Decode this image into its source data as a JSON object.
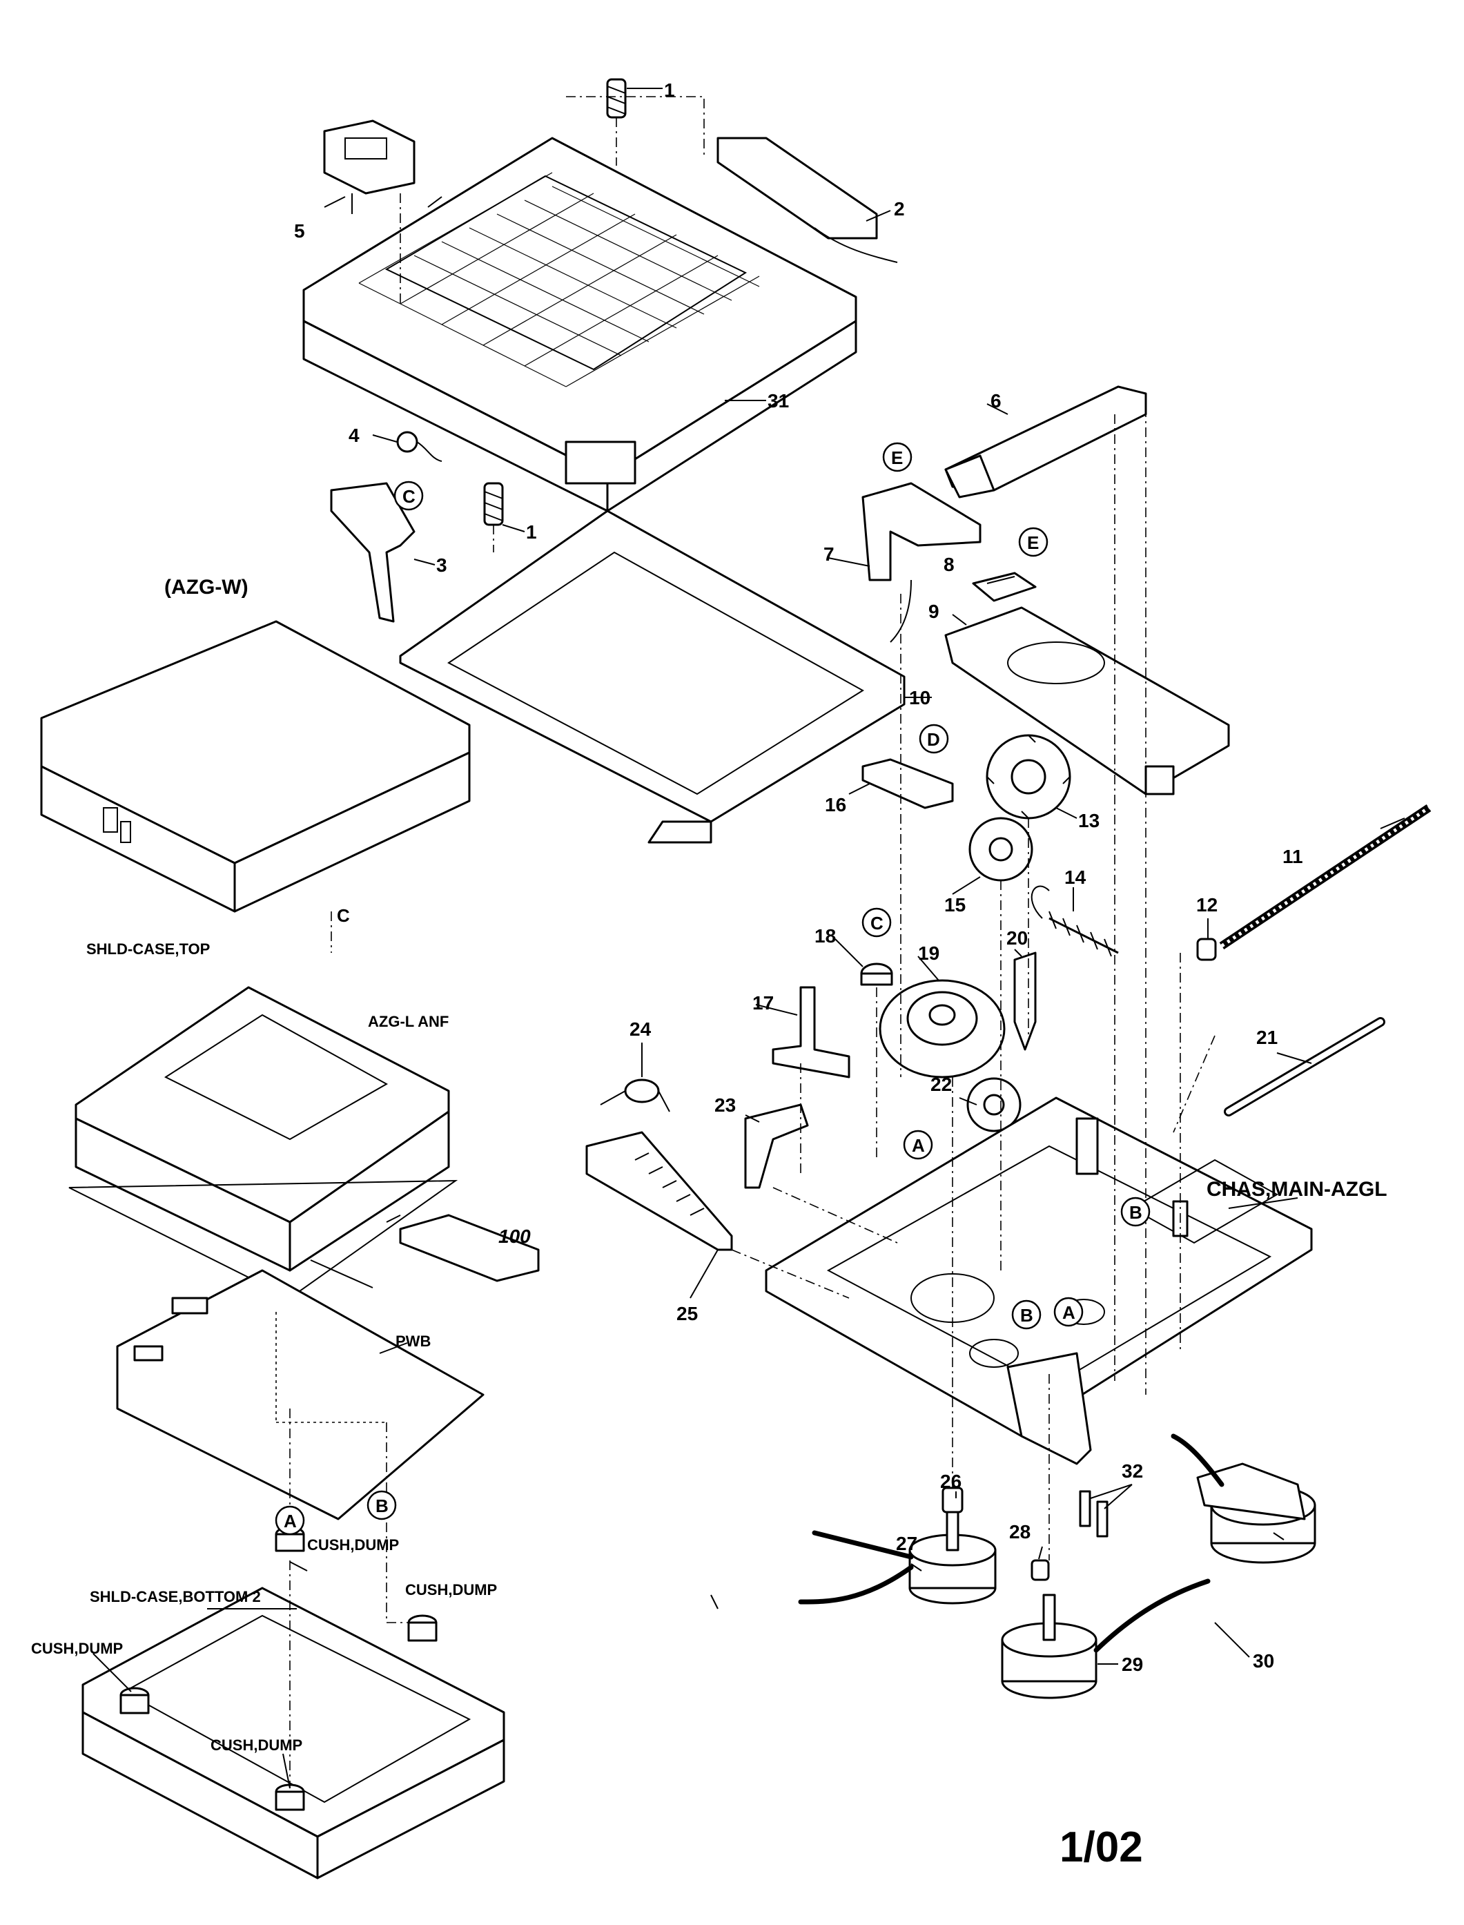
{
  "diagram": {
    "page_number": "1/02",
    "captions": {
      "azg_w": "(AZG-W)",
      "shld_case_top": "SHLD-CASE,TOP",
      "azg_l_anf": "AZG-L ANF",
      "pwb": "PWB",
      "shld_case_bottom": "SHLD-CASE,BOTTOM 2",
      "cush_dump_1": "CUSH,DUMP",
      "cush_dump_2": "CUSH,DUMP",
      "cush_dump_3": "CUSH,DUMP",
      "cush_dump_4": "CUSH,DUMP",
      "chas_main": "CHAS,MAIN-AZGL",
      "part_100": "100"
    },
    "callouts": {
      "n1a": "1",
      "n1b": "1",
      "n2": "2",
      "n3": "3",
      "n4": "4",
      "n5": "5",
      "n6": "6",
      "n7": "7",
      "n8": "8",
      "n9": "9",
      "n10": "10",
      "n11": "11",
      "n12": "12",
      "n13": "13",
      "n14": "14",
      "n15": "15",
      "n16": "16",
      "n17": "17",
      "n18": "18",
      "n19": "19",
      "n20": "20",
      "n21": "21",
      "n22": "22",
      "n23": "23",
      "n24": "24",
      "n25": "25",
      "n26": "26",
      "n27": "27",
      "n28": "28",
      "n29": "29",
      "n30": "30",
      "n31": "31",
      "n32": "32"
    },
    "reference_letters": {
      "a": "A",
      "b": "B",
      "c": "C",
      "d": "D",
      "e": "E"
    }
  }
}
